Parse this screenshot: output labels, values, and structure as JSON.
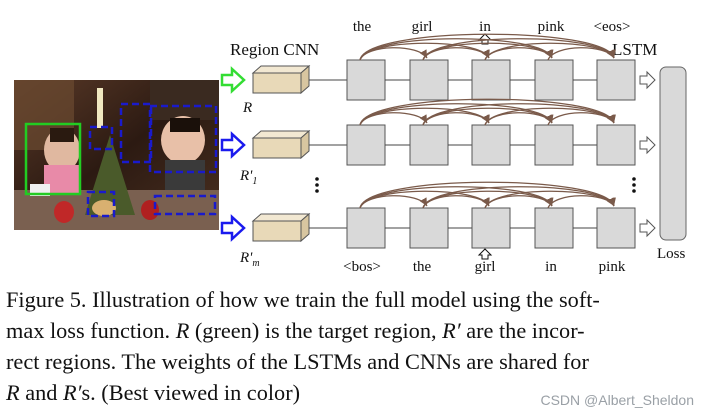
{
  "figure": {
    "labels": {
      "region_cnn": "Region CNN",
      "lstm": "LSTM",
      "loss": "Loss",
      "region_r": "R",
      "region_r1_base": "R'",
      "region_r1_sub": "1",
      "region_rm_base": "R'",
      "region_rm_sub": "m"
    },
    "top_words": [
      "the",
      "girl",
      "in",
      "pink",
      "<eos>"
    ],
    "bottom_words": [
      "<bos>",
      "the",
      "girl",
      "in",
      "pink"
    ],
    "colors": {
      "target_arrow": "#33dd33",
      "incorrect_arrow": "#1a1aee",
      "green_box": "#22cc22",
      "blue_box": "#1a1acc",
      "cnn_box": "#e8d9b8",
      "lstm_cell": "#d9d9d9",
      "recurrent_arrow": "#7a5a4a"
    },
    "photo_description_icon": "photo-of-two-girls-at-christmas-table"
  },
  "caption": {
    "line1_prefix": "Figure 5. Illustration of how we train the full model using the soft-",
    "line2_a": "max loss function. ",
    "line2_r": "R",
    "line2_b": " (green) is the target region, ",
    "line2_rp": "R′",
    "line2_c": " are the incor-",
    "line3": "rect regions. The weights of the LSTMs and CNNs are shared for",
    "line4_r": "R",
    "line4_b": " and ",
    "line4_rp": "R′",
    "line4_c": "s. (Best viewed in color)"
  },
  "watermark": "CSDN @Albert_Sheldon"
}
